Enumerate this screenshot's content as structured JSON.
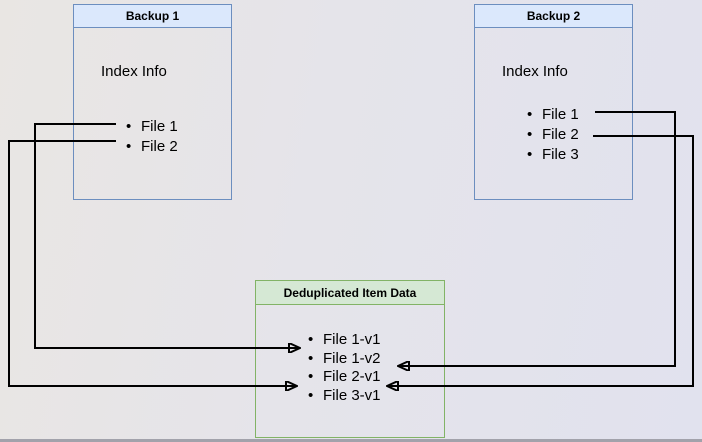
{
  "diagram": {
    "backup1": {
      "title": "Backup 1",
      "section_label": "Index Info",
      "items": [
        "File 1",
        "File 2"
      ]
    },
    "backup2": {
      "title": "Backup 2",
      "section_label": "Index Info",
      "items": [
        "File 1",
        "File 2",
        "File 3"
      ]
    },
    "dedup": {
      "title": "Deduplicated Item Data",
      "items": [
        "File 1-v1",
        "File 1-v2",
        "File 2-v1",
        "File 3-v1"
      ]
    },
    "connections": [
      {
        "from": "Backup 1 / File 1",
        "to": "File 1-v1"
      },
      {
        "from": "Backup 1 / File 2",
        "to": "File 2-v1"
      },
      {
        "from": "Backup 2 / File 1",
        "to": "File 1-v2"
      },
      {
        "from": "Backup 2 / File 2",
        "to": "File 2-v1"
      }
    ],
    "colors": {
      "backup_border": "#6c8ebf",
      "backup_title_bg": "#dbe8fc",
      "dedup_border": "#82b366",
      "dedup_title_bg": "#d5e8d4",
      "arrow": "#000000",
      "background_left": "#e9e6e3",
      "background_right": "#e1e2ee"
    }
  }
}
